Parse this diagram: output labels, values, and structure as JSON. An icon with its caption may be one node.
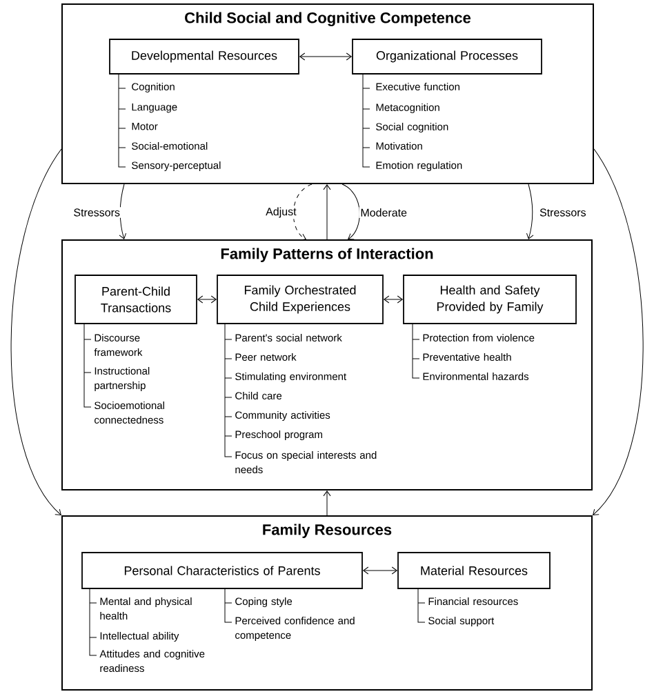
{
  "diagram": {
    "nodes": [
      {
        "text": [
          "Child Social and Cognitive Competence"
        ]
      },
      {
        "text": [
          "Developmental Resources"
        ],
        "in": 0,
        "beside": [
          "Cognition",
          "Language",
          "Motor",
          "Social-emotional",
          "Sensory-perceptual"
        ]
      },
      {
        "text": [
          "Organizational Processes"
        ],
        "in": 0,
        "beside": [
          "Executive function",
          "Metacognition",
          "Social cognition",
          "Motivation",
          "Emotion regulation"
        ]
      },
      {
        "text": [
          "Family Patterns of Interaction"
        ]
      },
      {
        "text": [
          "Parent-Child Transactions"
        ],
        "in": 3,
        "beside": [
          "Discourse framework",
          "Instructional partnership",
          "Socioemotional connectedness"
        ]
      },
      {
        "text": [
          "Family Orchestrated Child Experiences"
        ],
        "in": 3,
        "beside": [
          "Parent's social network",
          "Peer network",
          "Stimulating environment",
          "Child care",
          "Community activities",
          "Preschool program",
          "Focus on special interests and needs"
        ]
      },
      {
        "text": [
          "Health and Safety Provided by Family"
        ],
        "in": 3,
        "beside": [
          "Protection from violence",
          "Preventative health",
          "Environmental hazards"
        ]
      },
      {
        "text": [
          "Family Resources"
        ]
      },
      {
        "text": [
          "Personal Characteristics of Parents"
        ],
        "in": 7,
        "beside": [
          "Mental and physical health",
          "Intellectual ability",
          "Attitudes and cognitive readiness",
          "Coping style",
          "Perceived confidence and competence"
        ]
      },
      {
        "text": [
          "Material Resources"
        ],
        "in": 7,
        "beside": [
          "Financial resources",
          "Social support"
        ]
      }
    ],
    "edges": [
      {
        "from": 1,
        "to": 2,
        "arrow": "both"
      },
      {
        "from": 0,
        "to": 3,
        "arrow": "to",
        "label": "Stressors"
      },
      {
        "from": 0,
        "to": 3,
        "arrow": "to",
        "label": "Adjust",
        "style": "dashed"
      },
      {
        "from": 3,
        "to": 0,
        "arrow": "to"
      },
      {
        "from": 0,
        "to": 3,
        "arrow": "to",
        "label": "Moderate"
      },
      {
        "from": 0,
        "to": 3,
        "arrow": "to",
        "label": "Stressors"
      },
      {
        "from": 4,
        "to": 5,
        "arrow": "both"
      },
      {
        "from": 5,
        "to": 6,
        "arrow": "both"
      },
      {
        "from": 0,
        "to": 7,
        "arrow": "to"
      },
      {
        "from": 0,
        "to": 7,
        "arrow": "to"
      },
      {
        "from": 7,
        "to": 3,
        "arrow": "to"
      },
      {
        "from": 8,
        "to": 9,
        "arrow": "both"
      }
    ]
  }
}
